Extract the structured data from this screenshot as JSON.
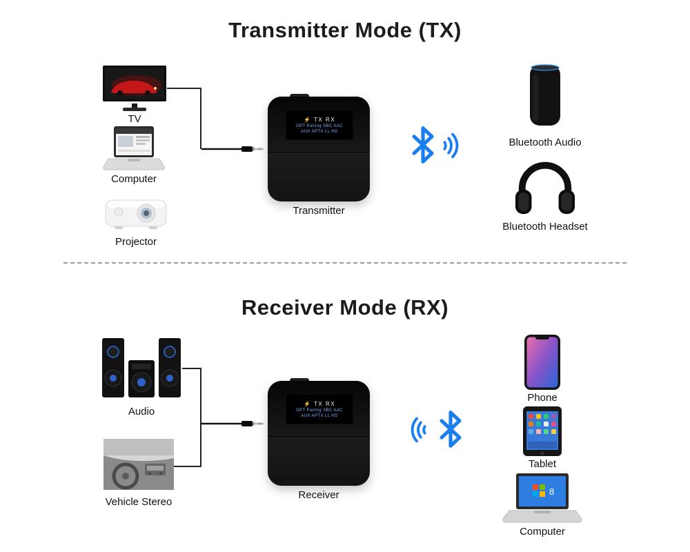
{
  "tx_section": {
    "title": "Transmitter Mode (TX)",
    "sources": [
      {
        "label": "TV"
      },
      {
        "label": "Computer"
      },
      {
        "label": "Projector"
      }
    ],
    "device": {
      "label": "Transmitter",
      "display": {
        "status": "⚡ TX RX",
        "line2": "OPT Pairing SBC AAC",
        "line3": "AUX APTX LL HD"
      }
    },
    "targets": [
      {
        "label": "Bluetooth Audio"
      },
      {
        "label": "Bluetooth Headset"
      }
    ]
  },
  "rx_section": {
    "title": "Receiver Mode (RX)",
    "sources": [
      {
        "label": "Audio"
      },
      {
        "label": "Vehicle Stereo"
      }
    ],
    "device": {
      "label": "Receiver",
      "display": {
        "status": "⚡ TX RX",
        "line2": "OPT Pairing SBC AAC",
        "line3": "AUX APTX LL HD"
      }
    },
    "targets": [
      {
        "label": "Phone"
      },
      {
        "label": "Tablet"
      },
      {
        "label": "Computer",
        "screen_badge": "8"
      }
    ]
  },
  "colors": {
    "bluetooth": "#1a7ef0",
    "title_text": "#1c1c1c",
    "label_text": "#111111"
  }
}
